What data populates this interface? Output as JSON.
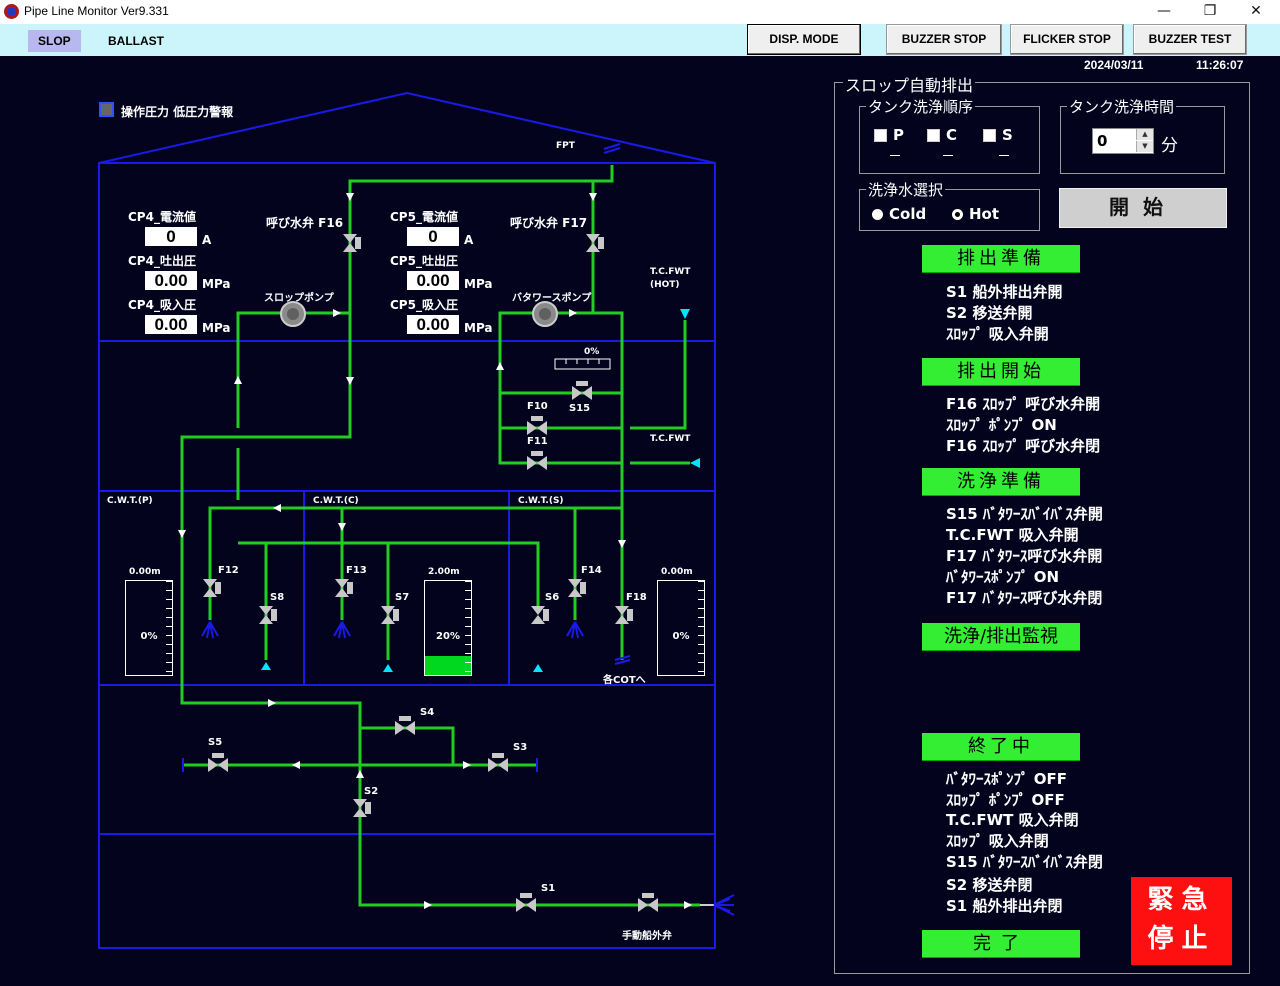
{
  "window": {
    "title": "Pipe Line Monitor Ver9.331",
    "minimize": "—",
    "restore": "❐",
    "close": "✕"
  },
  "menu": {
    "tabs": [
      "SLOP",
      "BALLAST"
    ],
    "active": "SLOP"
  },
  "toolbar": {
    "disp_mode": "DISP. MODE",
    "buzzer_stop": "BUZZER STOP",
    "flicker_stop": "FLICKER STOP",
    "buzzer_test": "BUZZER TEST"
  },
  "datetime": {
    "date": "2024/03/11",
    "time": "11:26:07"
  },
  "alarm": {
    "label": "操作圧力 低圧力警報"
  },
  "diagram": {
    "fpt": "FPT",
    "cp4": {
      "current_label": "CP4_電流値",
      "current": "0",
      "current_unit": "A",
      "discharge_label": "CP4_吐出圧",
      "discharge": "0.00",
      "discharge_unit": "MPa",
      "suction_label": "CP4_吸入圧",
      "suction": "0.00",
      "suction_unit": "MPa"
    },
    "cp5": {
      "current_label": "CP5_電流値",
      "current": "0",
      "current_unit": "A",
      "discharge_label": "CP5_吐出圧",
      "discharge": "0.00",
      "discharge_unit": "MPa",
      "suction_label": "CP5_吸入圧",
      "suction": "0.00",
      "suction_unit": "MPa"
    },
    "valves": {
      "f16": "呼び水弁 F16",
      "f17": "呼び水弁 F17",
      "f10": "F10",
      "f11": "F11",
      "s15": "S15",
      "f12": "F12",
      "s8": "S8",
      "f13": "F13",
      "s7": "S7",
      "s6": "S6",
      "f14": "F14",
      "f18": "F18",
      "s4": "S4",
      "s5": "S5",
      "s3": "S3",
      "s2": "S2",
      "s1": "S1"
    },
    "pumps": {
      "slop": "スロップポンプ",
      "butterworth": "バタワースポンプ"
    },
    "tc_fwt_hot": "T.C.FWT\n(HOT)",
    "tc_fwt": "T.C.FWT",
    "s15_pct": "0%",
    "tanks": [
      {
        "name": "C.W.T.(P)",
        "level": "0.00m",
        "percent": "0%",
        "fill": 0
      },
      {
        "name": "C.W.T.(C)",
        "level": "2.00m",
        "percent": "20%",
        "fill": 0.2
      },
      {
        "name": "C.W.T.(S)",
        "level": "0.00m",
        "percent": "0%",
        "fill": 0
      }
    ],
    "to_cot": "各COTへ",
    "manual_overboard": "手動船外弁"
  },
  "panel": {
    "title": "スロップ自動排出",
    "order_group": "タンク洗浄順序",
    "order_options": [
      "P",
      "C",
      "S"
    ],
    "time_group": "タンク洗浄時間",
    "time_value": "0",
    "time_unit": "分",
    "water_group": "洗浄水選択",
    "water_options": [
      "Cold",
      "Hot"
    ],
    "start": "開始",
    "steps": [
      {
        "label": "排出準備",
        "lines": [
          "S1 船外排出弁開",
          "S2 移送弁開",
          "ｽﾛｯﾌﾟ 吸入弁開"
        ]
      },
      {
        "label": "排出開始",
        "lines": [
          "F16 ｽﾛｯﾌﾟ 呼び水弁開",
          "ｽﾛｯﾌﾟ ﾎﾟﾝﾌﾟ ON",
          "F16 ｽﾛｯﾌﾟ 呼び水弁閉"
        ]
      },
      {
        "label": "洗浄準備",
        "lines": [
          "S15 ﾊﾞﾀﾜｰｽﾊﾞｲﾊﾞｽ弁開",
          "T.C.FWT 吸入弁開",
          "F17 ﾊﾞﾀﾜｰｽ呼び水弁開",
          "ﾊﾞﾀﾜｰｽﾎﾟﾝﾌﾟ ON",
          "F17 ﾊﾞﾀﾜｰｽ呼び水弁閉"
        ]
      },
      {
        "label": "洗浄/排出監視",
        "lines": []
      },
      {
        "label": "終了中",
        "lines": [
          "ﾊﾞﾀﾜｰｽﾎﾟﾝﾌﾟ OFF",
          "ｽﾛｯﾌﾟ ﾎﾟﾝﾌﾟ OFF",
          "T.C.FWT 吸入弁閉",
          "ｽﾛｯﾌﾟ 吸入弁閉",
          "S15 ﾊﾞﾀﾜｰｽﾊﾞｲﾊﾞｽ弁閉",
          "S2 移送弁閉",
          "S1 船外排出弁閉"
        ]
      },
      {
        "label": "完了",
        "lines": []
      }
    ],
    "emergency": "緊急\n停止"
  },
  "colors": {
    "pipe": "#22cc22",
    "frame": "#1a1ae6",
    "step": "#33ee33",
    "emergency": "#ff1010",
    "arrow": "#00e5ff"
  }
}
